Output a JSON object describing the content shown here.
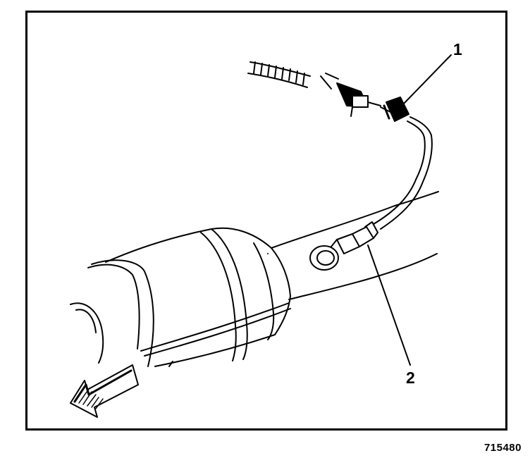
{
  "callouts": [
    {
      "id": "1",
      "label": "1"
    },
    {
      "id": "2",
      "label": "2"
    }
  ],
  "figure_number": "715480"
}
